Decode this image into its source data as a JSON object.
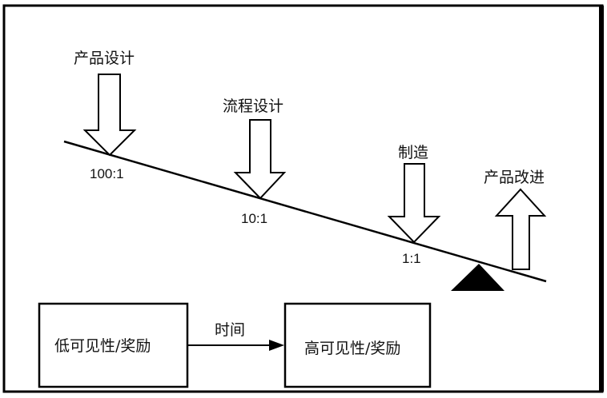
{
  "diagram": {
    "forces": [
      {
        "label": "产品设计",
        "ratio": "100:1"
      },
      {
        "label": "流程设计",
        "ratio": "10:1"
      },
      {
        "label": "制造",
        "ratio": "1:1"
      }
    ],
    "improvement_label": "产品改进",
    "low_box": "低可见性/奖励",
    "time_label": "时间",
    "high_box": "高可见性/奖励"
  }
}
